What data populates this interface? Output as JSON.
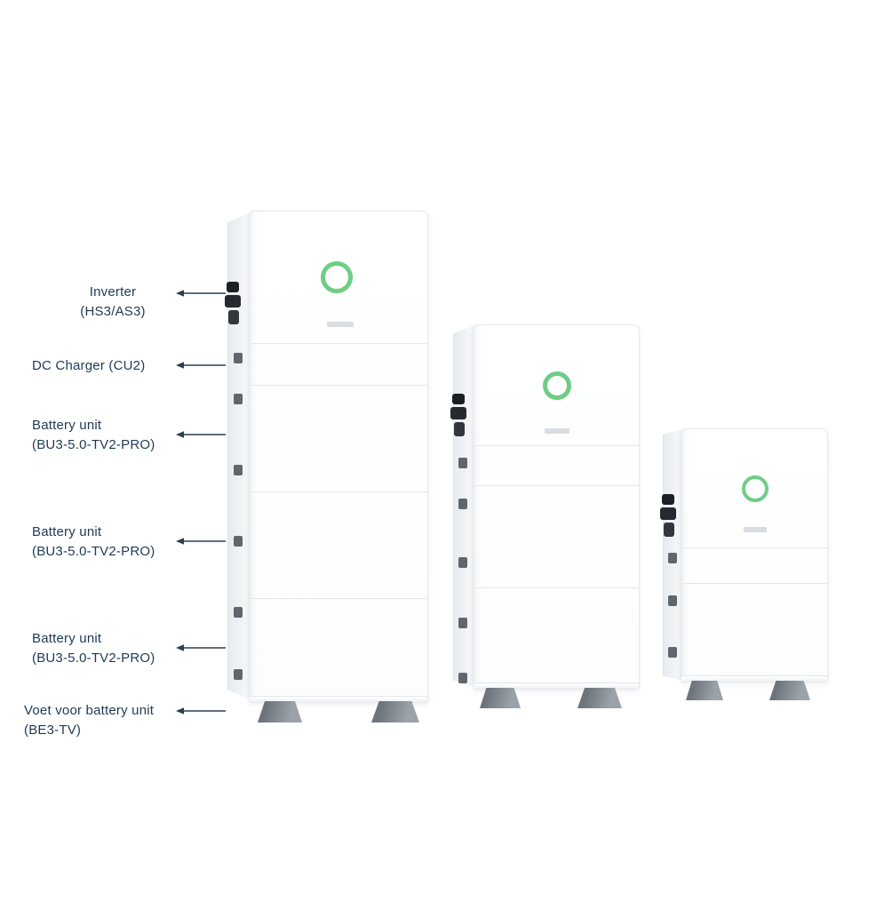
{
  "colors": {
    "label": "#1e3a56",
    "arrow": "#2c3e50",
    "accent": "#6fcd86",
    "seam": "#e4e7eb",
    "connector": "#1c1f24",
    "foot-dark": "#6d747c",
    "foot-light": "#9ba2aa"
  },
  "labels": [
    {
      "id": "inverter",
      "lines": [
        "Inverter",
        "(HS3/AS3)"
      ]
    },
    {
      "id": "dc-charger",
      "lines": [
        "DC Charger (CU2)"
      ]
    },
    {
      "id": "battery-unit-1",
      "lines": [
        "Battery unit",
        "(BU3-5.0-TV2-PRO)"
      ]
    },
    {
      "id": "battery-unit-2",
      "lines": [
        "Battery unit",
        "(BU3-5.0-TV2-PRO)"
      ]
    },
    {
      "id": "battery-unit-3",
      "lines": [
        "Battery unit",
        "(BU3-5.0-TV2-PRO)"
      ]
    },
    {
      "id": "battery-base",
      "lines": [
        "Voet voor battery unit",
        "(BE3-TV)"
      ]
    }
  ],
  "towers": [
    {
      "name": "stack-large",
      "sections": [
        "inverter",
        "dc-charger",
        "battery",
        "battery",
        "battery",
        "base"
      ]
    },
    {
      "name": "stack-medium",
      "sections": [
        "inverter",
        "dc-charger",
        "battery",
        "battery",
        "base"
      ]
    },
    {
      "name": "stack-small",
      "sections": [
        "inverter",
        "dc-charger",
        "battery",
        "base"
      ]
    }
  ]
}
